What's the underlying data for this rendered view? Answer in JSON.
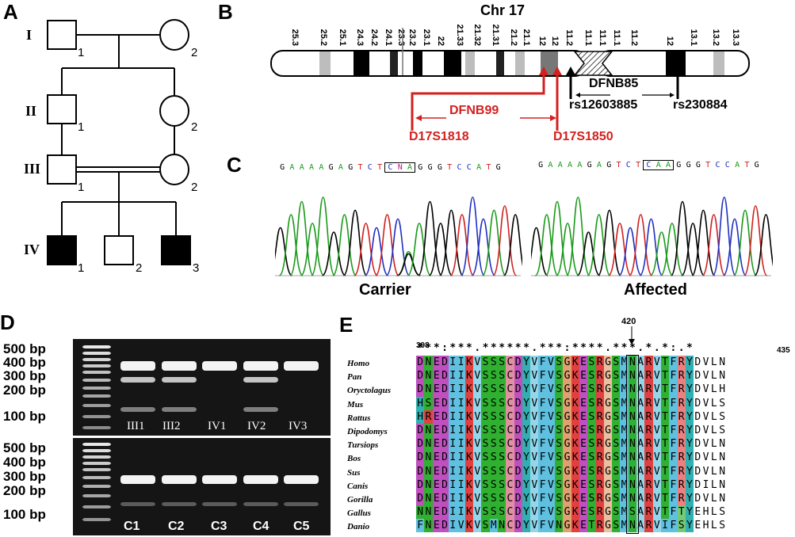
{
  "panels": {
    "a": "A",
    "b": "B",
    "c": "C",
    "d": "D",
    "e": "E"
  },
  "pedigree": {
    "generations": [
      "I",
      "II",
      "III",
      "IV"
    ],
    "individual_numbers": {
      "I1": "1",
      "I2": "2",
      "II1": "1",
      "II2": "2",
      "III1": "1",
      "III2": "2",
      "IV1": "1",
      "IV2": "2",
      "IV3": "3"
    },
    "affected": [
      "IV1",
      "IV3"
    ],
    "consanguineous": "III1 x III2"
  },
  "chromosome": {
    "title": "Chr 17",
    "bands": [
      "25.3",
      "25.2",
      "25.1",
      "24.3",
      "24.2",
      "24.1",
      "23.3",
      "23.2",
      "23.1",
      "22",
      "21.33",
      "21.32",
      "21.31",
      "21.2",
      "21.1",
      "12",
      "12",
      "11.2",
      "11.1",
      "11.1",
      "11.1",
      "11.2",
      "12",
      "13.1",
      "13.2",
      "13.3"
    ],
    "loci": {
      "dfnb99": "DFNB99",
      "dfnb85": "DFNB85"
    },
    "markers": {
      "d17s1818": "D17S1818",
      "d17s1850": "D17S1850",
      "rs12603885": "rs12603885",
      "rs230884": "rs230884"
    },
    "colors": {
      "dfnb99": "#d42020",
      "dfnb85": "#000000"
    }
  },
  "chromatograms": {
    "carrier": {
      "label": "Carrier",
      "sequence": "GAAAAGAGTCTCNAGGGTCCATG",
      "boxed": "CNA"
    },
    "affected": {
      "label": "Affected",
      "sequence": "GAAAAGAGTCTCAAGGGTCCATG",
      "boxed": "CAA"
    },
    "base_colors": {
      "A": "#1a9a1a",
      "G": "#000000",
      "C": "#2030c0",
      "T": "#d02020",
      "N": "#c02080"
    }
  },
  "gel": {
    "bp_labels": [
      "500 bp",
      "400 bp",
      "300 bp",
      "200 bp",
      "100 bp"
    ],
    "top_lanes": [
      "III1",
      "III2",
      "IV1",
      "IV2",
      "IV3"
    ],
    "bottom_lanes": [
      "C1",
      "C2",
      "C3",
      "C4",
      "C5"
    ]
  },
  "alignment": {
    "start": "398",
    "end": "435",
    "highlight": "420",
    "conservation": "***:***.******.***:****.***.*.*:.*",
    "species": [
      "Homo",
      "Pan",
      "Oryctolagus",
      "Mus",
      "Rattus",
      "Dipodomys",
      "Tursiops",
      "Bos",
      "Sus",
      "Canis",
      "Gorilla",
      "Gallus",
      "Danio"
    ],
    "sequences": [
      "DNEDIIKVSSSCDYVFVSGKESRGSMNARVTFRYDVLN",
      "DNEDIIKVSSSCDYVFVSGKESRGSMNARVTFRYDVLN",
      "DNEDIIKVSSSCDYVFVSGKESRGSMNARVTFRYDVLH",
      "HSEDIIKVSSSCDYVFVSGKESRGSMNARVTFRYDVLS",
      "HREDIIKVSSSCDYVFVSGKESRGSMNARVTFRYDVLS",
      "DNEDIIKVSSSCDYVFVSGKESRGSMNARVTFRYDVLS",
      "DNEDIIKVSSSCDYVFVSGKESRGSMNARVTFRYDVLN",
      "DNEDIIKVSSSCDYVFVSGKESRGSMNARVTFRYDVLN",
      "DNEDIIKVSSSCDYVFVSGKESRGSMNARVTFRYDVLN",
      "DNEDIIKVSSSCDYVFVSGKESRGSMNARVTFRYDILN",
      "DNEDIIKVSSSCDYVFVSGKESRGSMNARVTFRYDVLN",
      "NNEDIIKVSSSCDYVFVSGKESRGSMSARVTFTYEHLS",
      "FNEDIVKVSMNCDYVFVNGKETRGSMNARVIFSYEHLS"
    ],
    "residue_colors": {
      "D": "#c050c0",
      "E": "#c050c0",
      "N": "#30b030",
      "Q": "#30b030",
      "S": "#30b030",
      "T": "#30b030",
      "G": "#e0a070",
      "P": "#e0e040",
      "C": "#e090a0",
      "H": "#30b0b0",
      "Y": "#30b0b0",
      "K": "#e04040",
      "R": "#e04040",
      "A": "#60c0e0",
      "I": "#60c0e0",
      "L": "#60c0e0",
      "M": "#60c0e0",
      "F": "#60c0e0",
      "W": "#60c0e0",
      "V": "#60c0e0"
    }
  }
}
